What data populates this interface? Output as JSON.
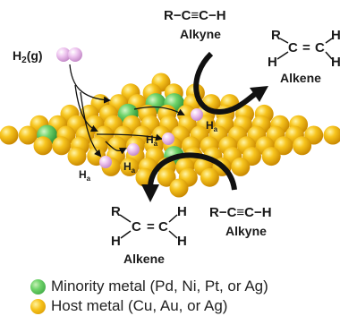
{
  "labels": {
    "h2_prefix": "H",
    "h2_sub": "2",
    "h2_suffix": "(g)",
    "alkyne_top_formula": "R−C≡C−H",
    "alkyne_top_name": "Alkyne",
    "alkene_top_name": "Alkene",
    "alkyne_bottom_formula": "R−C≡C−H",
    "alkyne_bottom_name": "Alkyne",
    "alkene_bottom_name": "Alkene",
    "atom_R": "R",
    "atom_H": "H",
    "atom_C": "C",
    "bond_double": "=",
    "ha_main": "H",
    "ha_sub": "a"
  },
  "legend": {
    "minority": "Minority metal (Pd, Ni, Pt, or Ag)",
    "host": "Host metal (Cu, Au, or Ag)"
  },
  "colors": {
    "host_metal": "#f6c21a",
    "minority_metal": "#5cc85a",
    "hydrogen": "#e8b8ea",
    "arrow": "#111111"
  }
}
